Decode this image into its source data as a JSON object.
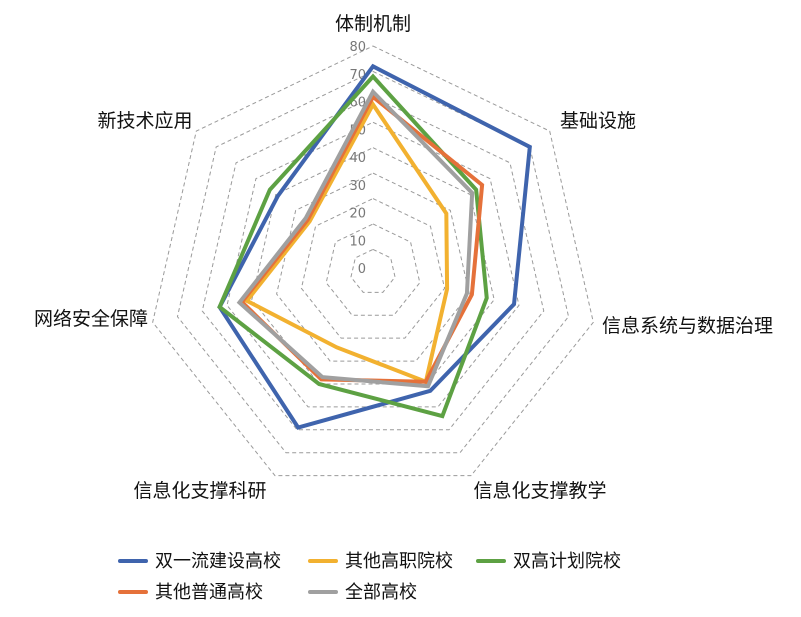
{
  "chart_data": {
    "type": "radar",
    "title": "",
    "axes": [
      "体制机制",
      "基础设施",
      "信息系统与数据治理",
      "信息化支撑教学",
      "信息化支撑科研",
      "网络安全保障",
      "新技术应用"
    ],
    "ticks": [
      0,
      10,
      20,
      30,
      40,
      50,
      60,
      70,
      80
    ],
    "range": [
      0,
      80
    ],
    "grid": true,
    "legend_position": "bottom",
    "series": [
      {
        "name": "双一流建设高校",
        "color": "#3f64ad",
        "values": [
          72,
          70,
          48,
          43,
          59,
          53,
          39
        ]
      },
      {
        "name": "其他高职院校",
        "color": "#f2b130",
        "values": [
          57,
          28,
          21,
          39,
          24,
          42,
          23
        ]
      },
      {
        "name": "双高计划院校",
        "color": "#5da143",
        "values": [
          68,
          43,
          37,
          54,
          40,
          53,
          43
        ]
      },
      {
        "name": "其他普通高校",
        "color": "#e5713a",
        "values": [
          60,
          46,
          31,
          39,
          38,
          44,
          24
        ]
      },
      {
        "name": "全部高校",
        "color": "#a0a0a0",
        "values": [
          62,
          41,
          29,
          41,
          37,
          45,
          25
        ]
      }
    ]
  }
}
